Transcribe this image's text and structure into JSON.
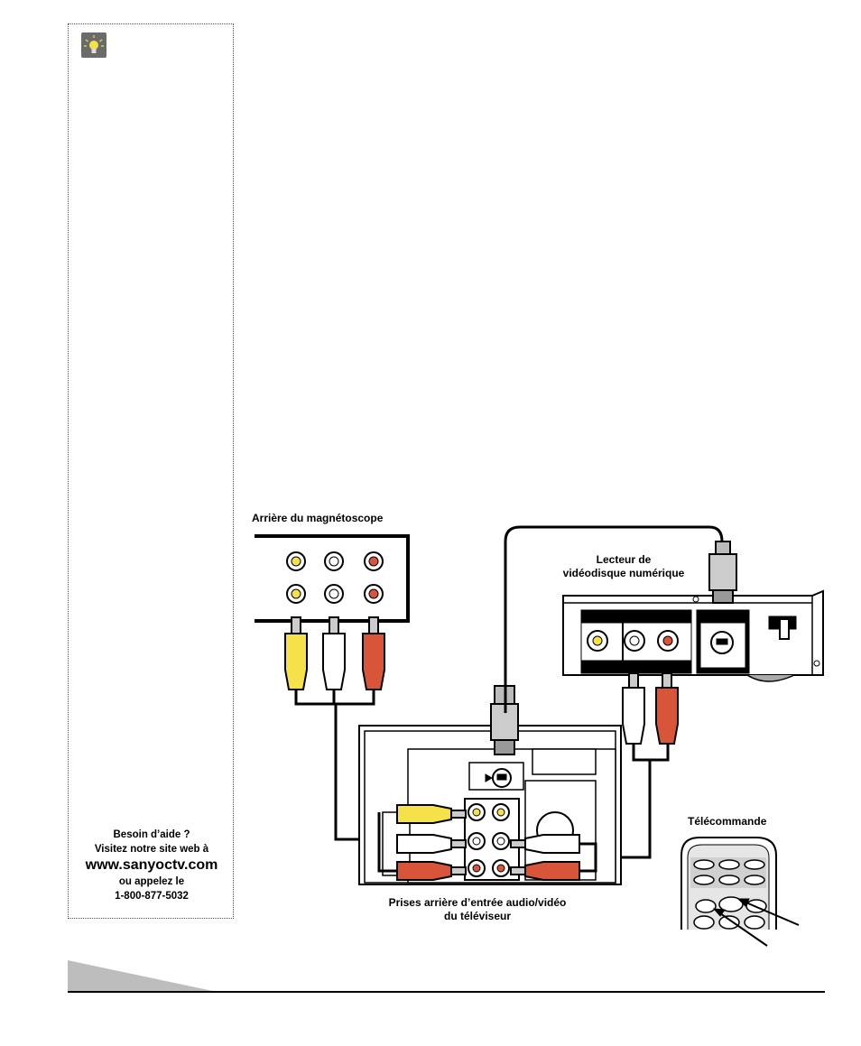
{
  "sidebar": {
    "tip_icon": "lightbulb-icon",
    "help_line1": "Besoin d’aide ?",
    "help_line2": "Visitez notre site web à",
    "help_url": "www.sanyoctv.com",
    "help_line3": "ou appelez le",
    "help_phone": "1-800-877-5032"
  },
  "diagram": {
    "vcr_label": "Arrière du magnétoscope",
    "dvd_label_line1": "Lecteur de",
    "dvd_label_line2": "vidéodisque numérique",
    "tv_label_line1": "Prises arrière d’entrée audio/vidéo",
    "tv_label_line2": "du téléviseur",
    "remote_label": "Télécommande"
  },
  "colors": {
    "video": "#f5e24a",
    "audio_left": "#ffffff",
    "audio_right": "#d9553a",
    "icon_bg": "#6b6b6b"
  }
}
